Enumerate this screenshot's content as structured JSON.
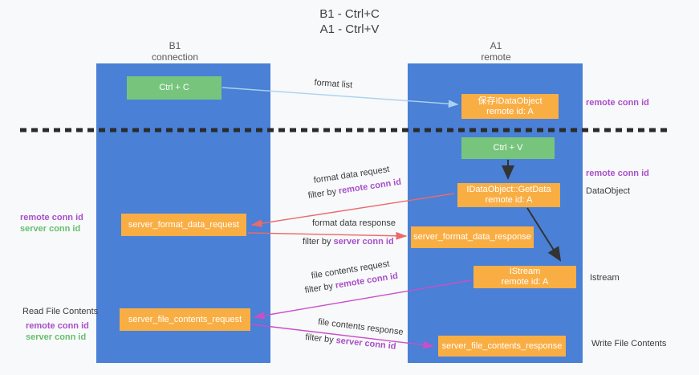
{
  "title": {
    "line1": "B1 - Ctrl+C",
    "line2": "A1 - Ctrl+V"
  },
  "columns": {
    "left": {
      "header_line1": "B1",
      "header_line2": "connection"
    },
    "right": {
      "header_line1": "A1",
      "header_line2": "remote"
    }
  },
  "boxes": {
    "ctrl_c": "Ctrl + C",
    "ctrl_v": "Ctrl + V",
    "save_idataobject": {
      "line1": "保存IDataObject",
      "line2": "remote id: A"
    },
    "getdata": {
      "line1": "IDataObject::GetData",
      "line2": "remote id: A"
    },
    "istream": {
      "line1": "IStream",
      "line2": "remote id: A"
    },
    "server_format_data_request": "server_format_data_request",
    "server_format_data_response": "server_format_data_response",
    "server_file_contents_request": "server_file_contents_request",
    "server_file_contents_response": "server_file_contents_response"
  },
  "arrow_labels": {
    "format_list": "format list",
    "format_data_request": "format data request",
    "format_data_response": "format data response",
    "file_contents_request": "file contents request",
    "file_contents_response": "file contents response",
    "filter_by": "filter by",
    "remote_conn_id": "remote conn id",
    "server_conn_id": "server conn id"
  },
  "side_labels": {
    "remote_conn_id": "remote conn id",
    "server_conn_id": "server conn id",
    "dataobject": "DataObject",
    "istream": "Istream",
    "read_file_contents": "Read File Contents",
    "write_file_contents": "Write File Contents"
  },
  "colors": {
    "column_blue": "#4a80d6",
    "box_green": "#77c57d",
    "box_orange": "#f9ae44",
    "label_purple": "#a84fc9",
    "label_green": "#66bf6d",
    "arrow_red": "#ea6b6b",
    "arrow_magenta": "#c94fc9",
    "arrow_lightblue": "#a9d2ef",
    "arrow_black": "#333333",
    "divider_black": "#2b2b2b"
  }
}
